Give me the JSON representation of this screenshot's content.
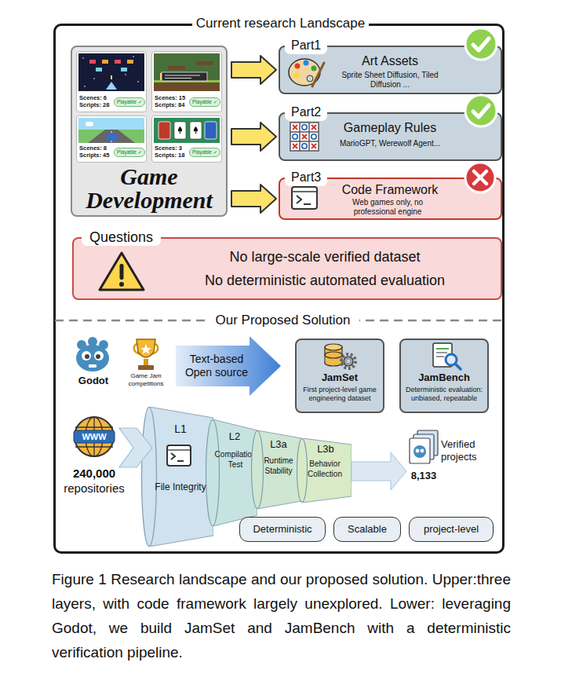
{
  "diagram": {
    "caption": "Figure 1 Research landscape and our proposed solution. Upper:three layers, with code framework largely unexplored. Lower: leveraging Godot, we build JamSet and JamBench with a deterministic verification pipeline.",
    "nodes": [
      {
        "text": [
          "Current research Landscape"
        ]
      },
      {
        "text": [
          "Game Development"
        ],
        "in": 0
      },
      {
        "text": [
          "Scenes: 6 Scripts: 28",
          "Playable ✓"
        ],
        "in": 1
      },
      {
        "text": [
          "Scenes: 15 Scripts: 84",
          "Playable ✓"
        ],
        "in": 1
      },
      {
        "text": [
          "Scenes: 8 Scripts: 45",
          "Playable ✓"
        ],
        "in": 1
      },
      {
        "text": [
          "Scenes: 3 Scripts: 18",
          "Playable ✓"
        ],
        "in": 1
      },
      {
        "text": [
          "Part1",
          "Art Assets",
          "Sprite Sheet Diffusion, Tiled Diffusion ..."
        ],
        "in": 0
      },
      {
        "text": [
          "Part2",
          "Gameplay Rules",
          "MarioGPT, Werewolf Agent..."
        ],
        "in": 0
      },
      {
        "text": [
          "Part3",
          "Code Framework",
          "Web games only, no professional engine"
        ],
        "in": 0
      },
      {
        "text": [
          "Questions",
          "No large-scale verified dataset",
          "No deterministic automated evaluation"
        ],
        "in": 0
      },
      {
        "text": [
          "JamSet",
          "First project-level game engineering dataset"
        ],
        "in": 0
      },
      {
        "text": [
          "JamBench",
          "Deterministic evaluation: unbiased, repeatable"
        ],
        "in": 0
      },
      {
        "text": [
          "L1",
          "File Integrity"
        ],
        "in": 0
      },
      {
        "text": [
          "L2",
          "Compilation Test"
        ],
        "in": 0
      },
      {
        "text": [
          "L3a",
          "Runtime Stability"
        ],
        "in": 0
      },
      {
        "text": [
          "L3b",
          "Behavior Collection"
        ],
        "in": 0
      },
      {
        "text": [
          "Deterministic"
        ],
        "in": 0
      },
      {
        "text": [
          "Scalable"
        ],
        "in": 0
      },
      {
        "text": [
          "project-level"
        ],
        "in": 0
      }
    ],
    "edges": [
      {
        "from": 1,
        "to": 6,
        "arrow": "to"
      },
      {
        "from": 1,
        "to": 7,
        "arrow": "to"
      },
      {
        "from": 1,
        "to": 8,
        "arrow": "to"
      }
    ],
    "labels": [
      "Our Proposed Solution",
      "Godot",
      "Game Jam competitions",
      "Text-based Open source",
      "WWW",
      "240,000",
      "repositories",
      "8,133",
      "Verified projects"
    ]
  }
}
